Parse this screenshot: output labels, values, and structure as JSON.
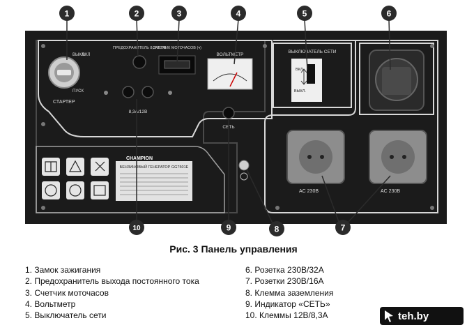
{
  "figure": {
    "caption": "Рис. 3 Панель управления",
    "callouts": [
      "1",
      "2",
      "3",
      "4",
      "5",
      "6",
      "7",
      "8",
      "9",
      "10"
    ]
  },
  "panel": {
    "key_labels": {
      "off": "ВЫКЛ.",
      "on": "ВКЛ",
      "start": "ПУСК",
      "title": "СТАРТЕР"
    },
    "fuse_label": "ПРЕДОХРАНИТЕЛЬ 8,3А/12В",
    "hour_counter_label": "СЧЕТЧИК МОТОЧАСОВ (ч)",
    "voltmeter_label": "ВОЛЬТМЕТР",
    "dc_label": "8,3А/12В",
    "network_label": "СЕТЬ",
    "switch_labels": {
      "title": "ВЫКЛЮЧАТЕЛЬ СЕТИ",
      "on": "ВКЛ.",
      "off": "ВЫКЛ."
    },
    "socket_labels": [
      "AC 230В",
      "AC 230В"
    ],
    "brand": "CHAMPION",
    "model_text": "БЕНЗИНОВЫЙ ГЕНЕРАТОР GG7501E"
  },
  "legend": {
    "left": [
      "1. Замок зажигания",
      "2. Предохранитель выхода постоянного тока",
      "3. Счетчик моточасов",
      "4. Вольтметр",
      "5. Выключатель сети"
    ],
    "right": [
      "6. Розетка 230В/32А",
      "7. Розетки 230В/16А",
      "8. Клемма заземления",
      "9. Индикатор «СЕТЬ»",
      "10. Клеммы 12В/8,3А"
    ]
  },
  "watermark": {
    "text": "teh.by"
  },
  "colors": {
    "panel": "#1b1b1b",
    "line": "#d8d8d8",
    "callout": "#2b2b2b",
    "socket": "#8d8d8d"
  }
}
